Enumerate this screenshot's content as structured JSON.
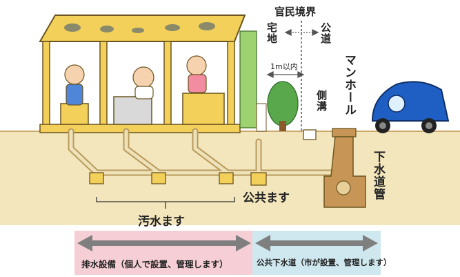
{
  "labels": {
    "boundary": "官民境界",
    "private_land": "宅地",
    "public_road": "公道",
    "within_1m": "1m以内",
    "side_ditch": "側溝",
    "manhole": "マンホール",
    "sewer_pipe": "下水道管",
    "sewage_basin": "汚水ます",
    "public_basin": "公共ます"
  },
  "responsibility": {
    "private_label": "排水設備（個人で設置、管理します）",
    "public_label": "公共下水道（市が設置、管理します）"
  },
  "colors": {
    "ground": "#f3e6bc",
    "soil_line": "#c9a86a",
    "house_wood": "#f2d05a",
    "pipe": "#efe2b8",
    "private_band": "#f5cfd5",
    "public_band": "#cfe8ef",
    "arrow": "#7f7f7f",
    "car": "#1f5fc4"
  }
}
